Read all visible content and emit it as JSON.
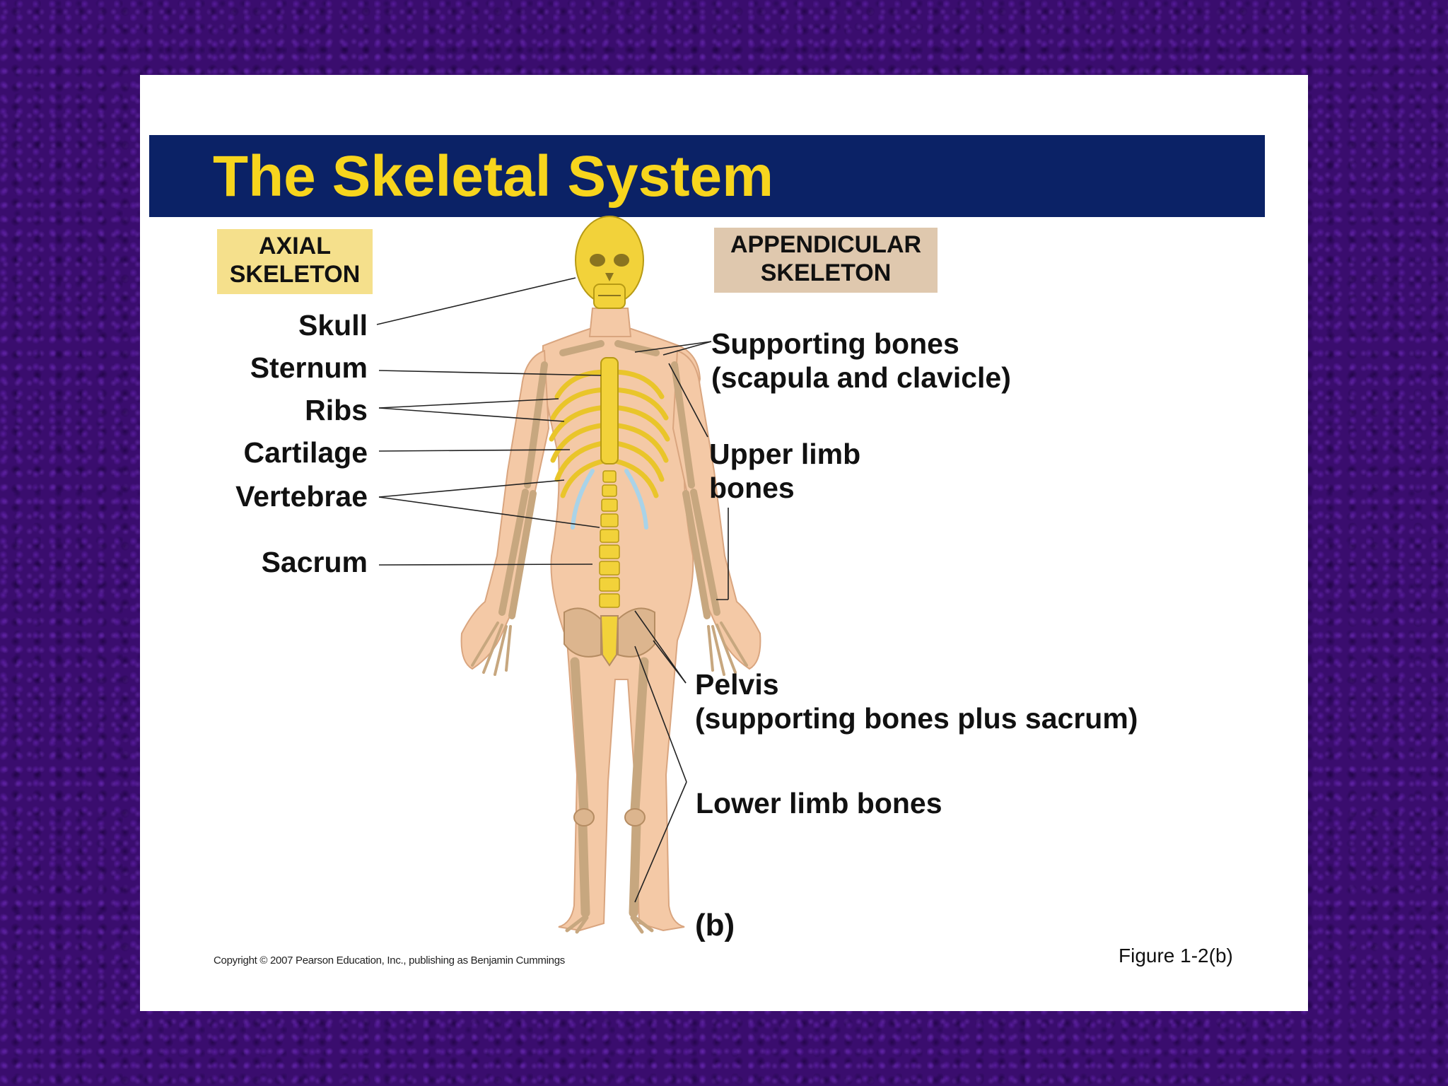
{
  "title": "The Skeletal System",
  "axial_box": {
    "line1": "AXIAL",
    "line2": "SKELETON"
  },
  "appendicular_box": {
    "line1": "APPENDICULAR",
    "line2": "SKELETON"
  },
  "axial_labels": {
    "skull": "Skull",
    "sternum": "Sternum",
    "ribs": "Ribs",
    "cartilage": "Cartilage",
    "vertebrae": "Vertebrae",
    "sacrum": "Sacrum"
  },
  "appendicular_labels": {
    "supporting_line1": "Supporting bones",
    "supporting_line2": "(scapula and clavicle)",
    "upper_line1": "Upper limb",
    "upper_line2": "bones",
    "pelvis_line1": "Pelvis",
    "pelvis_line2": "(supporting bones plus sacrum)",
    "lower": "Lower limb bones"
  },
  "panel_letter": "(b)",
  "copyright": "Copyright © 2007 Pearson Education, Inc., publishing as Benjamin Cummings",
  "figure_ref": "Figure 1-2(b)",
  "colors": {
    "background": "#3a0d6e",
    "title_bar": "#0b2266",
    "title_text": "#f7d51d",
    "axial_box": "#f5e08c",
    "appendicular_box": "#dfc8ae",
    "axial_bone": "#f2d23a",
    "appendicular_bone": "#e9d0b3",
    "skin": "#f4c9a6",
    "cartilage": "#a9d3e8"
  }
}
